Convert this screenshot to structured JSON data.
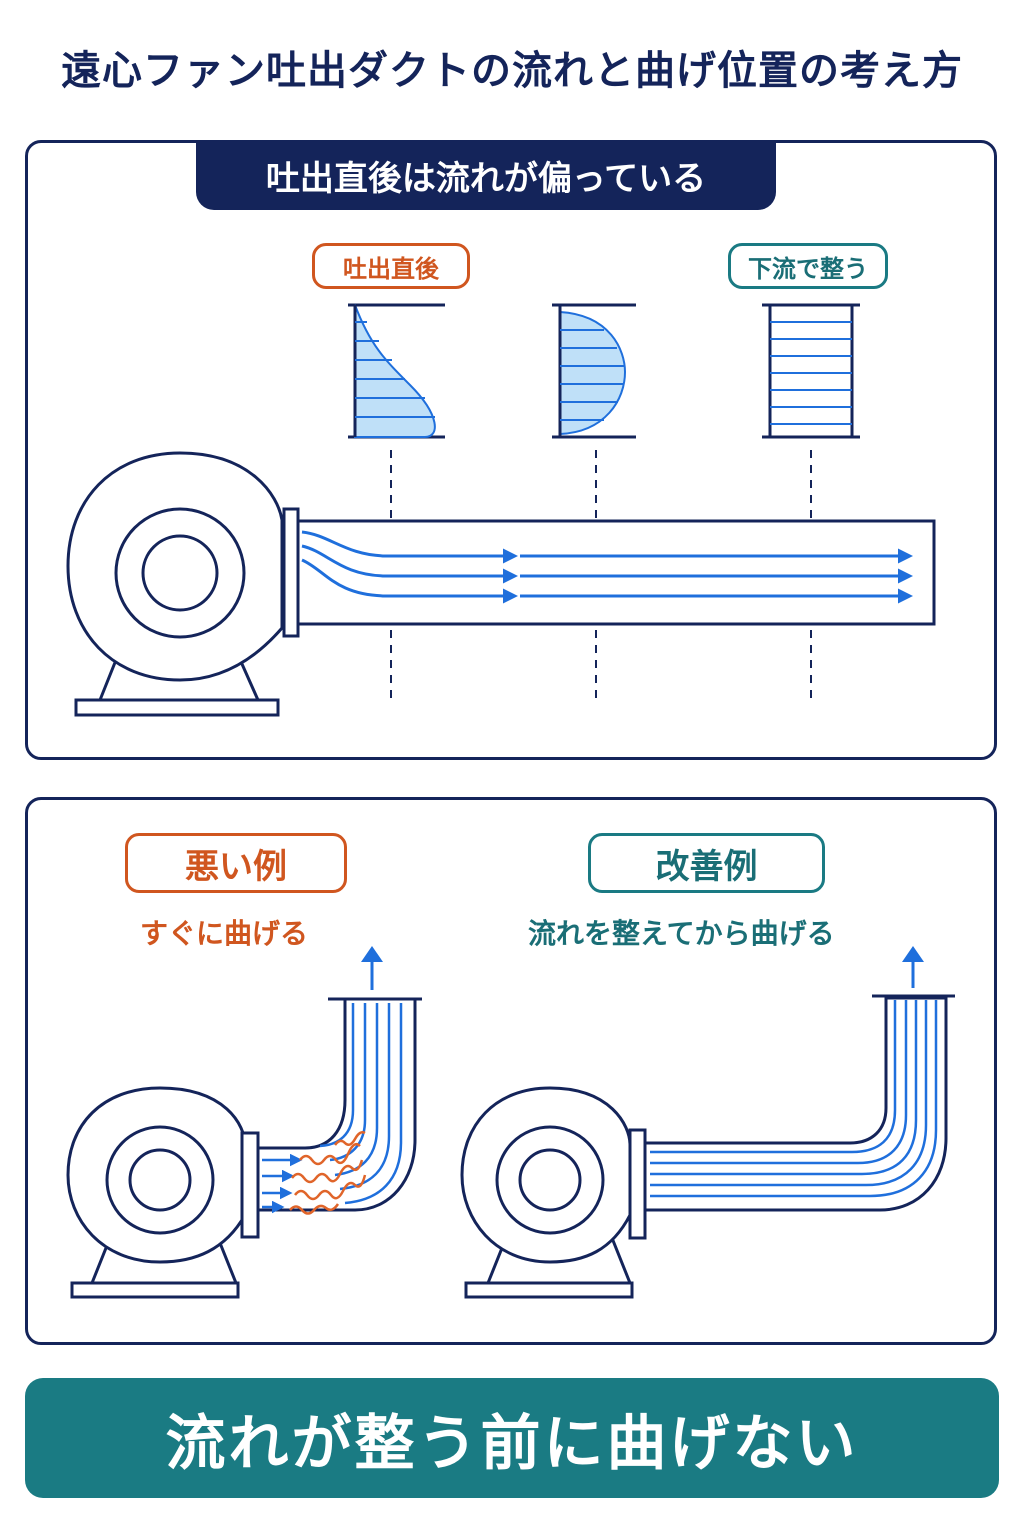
{
  "title": "遠心ファン吐出ダクトの流れと曲げ位置の考え方",
  "panel1": {
    "heading": "吐出直後は流れが偏っている",
    "label_discharge": "吐出直後",
    "label_downstream": "下流で整う"
  },
  "panel2": {
    "bad": {
      "label": "悪い例",
      "caption": "すぐに曲げる"
    },
    "good": {
      "label": "改善例",
      "caption": "流れを整えてから曲げる"
    }
  },
  "banner": "流れが整う前に曲げない",
  "colors": {
    "navy": "#14245a",
    "blue": "#1f6fdc",
    "light_blue": "#bfe0f8",
    "orange": "#d0561f",
    "teal": "#1a7b83"
  }
}
